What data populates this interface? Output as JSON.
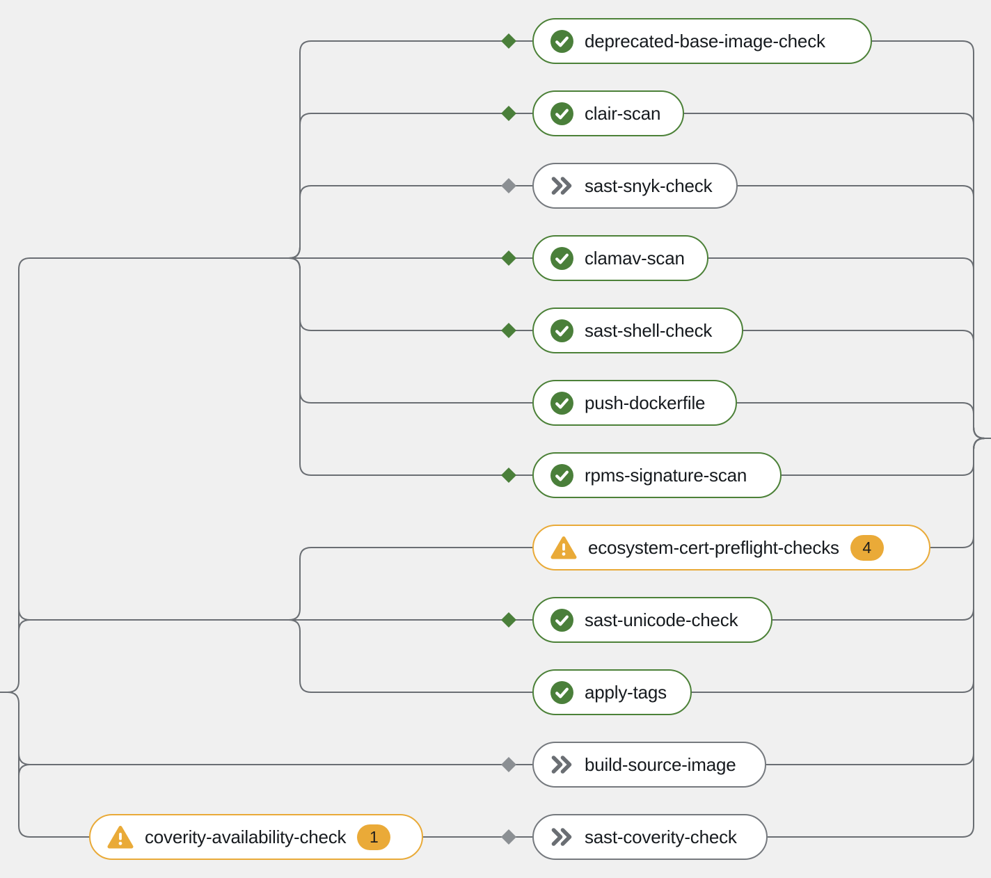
{
  "pipeline": {
    "description": "Pipeline run task graph",
    "colors": {
      "success": "#4c8138",
      "success_icon": "#4a7f3a",
      "skipped": "#75797e",
      "skipped_icon": "#6a6e73",
      "warning": "#e9aa38",
      "edge": "#6a6e73",
      "background": "#f0f0f0",
      "node_background": "#ffffff",
      "label_text": "#161a1e",
      "badge_text": "#1d1d1d"
    },
    "nodes": [
      {
        "id": "deprecated-base-image-check",
        "label": "deprecated-base-image-check",
        "status": "success",
        "icon": "check-circle-icon",
        "when_gate": "passed",
        "badge": null
      },
      {
        "id": "clair-scan",
        "label": "clair-scan",
        "status": "success",
        "icon": "check-circle-icon",
        "when_gate": "passed",
        "badge": null
      },
      {
        "id": "sast-snyk-check",
        "label": "sast-snyk-check",
        "status": "skipped",
        "icon": "skipped-icon",
        "when_gate": "skipped",
        "badge": null
      },
      {
        "id": "clamav-scan",
        "label": "clamav-scan",
        "status": "success",
        "icon": "check-circle-icon",
        "when_gate": "passed",
        "badge": null
      },
      {
        "id": "sast-shell-check",
        "label": "sast-shell-check",
        "status": "success",
        "icon": "check-circle-icon",
        "when_gate": "passed",
        "badge": null
      },
      {
        "id": "push-dockerfile",
        "label": "push-dockerfile",
        "status": "success",
        "icon": "check-circle-icon",
        "when_gate": null,
        "badge": null
      },
      {
        "id": "rpms-signature-scan",
        "label": "rpms-signature-scan",
        "status": "success",
        "icon": "check-circle-icon",
        "when_gate": "passed",
        "badge": null
      },
      {
        "id": "ecosystem-cert-preflight-checks",
        "label": "ecosystem-cert-preflight-checks",
        "status": "warning",
        "icon": "warning-triangle-icon",
        "when_gate": null,
        "badge": "4"
      },
      {
        "id": "sast-unicode-check",
        "label": "sast-unicode-check",
        "status": "success",
        "icon": "check-circle-icon",
        "when_gate": "passed",
        "badge": null
      },
      {
        "id": "apply-tags",
        "label": "apply-tags",
        "status": "success",
        "icon": "check-circle-icon",
        "when_gate": null,
        "badge": null
      },
      {
        "id": "build-source-image",
        "label": "build-source-image",
        "status": "skipped",
        "icon": "skipped-icon",
        "when_gate": "skipped",
        "badge": null
      },
      {
        "id": "coverity-availability-check",
        "label": "coverity-availability-check",
        "status": "warning",
        "icon": "warning-triangle-icon",
        "when_gate": null,
        "badge": "1"
      },
      {
        "id": "sast-coverity-check",
        "label": "sast-coverity-check",
        "status": "skipped",
        "icon": "skipped-icon",
        "when_gate": "skipped",
        "badge": null
      }
    ]
  }
}
